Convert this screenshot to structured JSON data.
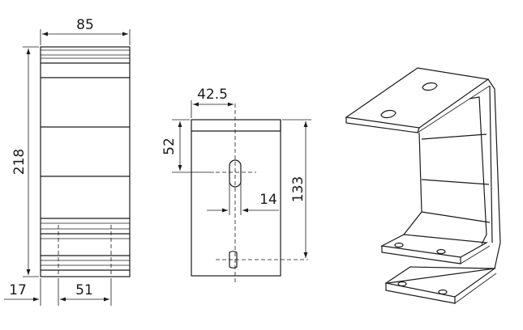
{
  "dimensions": {
    "width_top": "85",
    "height_left": "218",
    "offset_bottom": "17",
    "spacing_bottom": "51",
    "hole_x": "42.5",
    "hole_y": "52",
    "slot_width": "14",
    "hole_spacing": "133"
  }
}
